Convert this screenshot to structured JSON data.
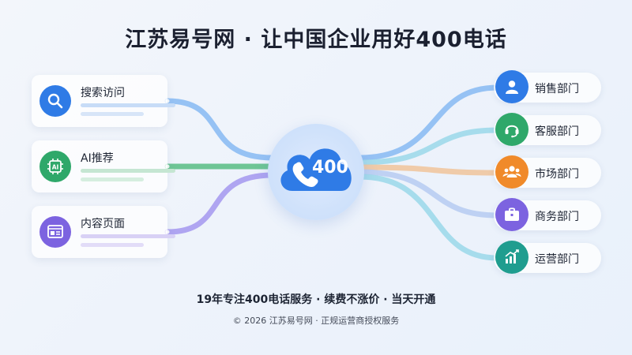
{
  "title": "江苏易号网 · 让中国企业用好400电话",
  "hub": {
    "label": "400",
    "icon": "phone-cloud-icon",
    "color": "#2f7be6"
  },
  "sources": [
    {
      "label": "搜索访问",
      "icon": "search-icon",
      "color": "#2f7be6"
    },
    {
      "label": "AI推荐",
      "icon": "ai-chip-icon",
      "color": "#2fa86a"
    },
    {
      "label": "内容页面",
      "icon": "web-page-icon",
      "color": "#7c63e0"
    }
  ],
  "departments": [
    {
      "label": "销售部门",
      "icon": "user-icon",
      "color": "#2f7be6"
    },
    {
      "label": "客服部门",
      "icon": "headset-icon",
      "color": "#2fa86a"
    },
    {
      "label": "市场部门",
      "icon": "team-icon",
      "color": "#f08a2a"
    },
    {
      "label": "商务部门",
      "icon": "briefcase-icon",
      "color": "#7c63e0"
    },
    {
      "label": "运营部门",
      "icon": "growth-chart-icon",
      "color": "#1f9d8f"
    }
  ],
  "tagline": "19年专注400电话服务 · 续费不涨价 · 当天开通",
  "footer": "© 2026 江苏易号网 · 正规运营商授权服务"
}
